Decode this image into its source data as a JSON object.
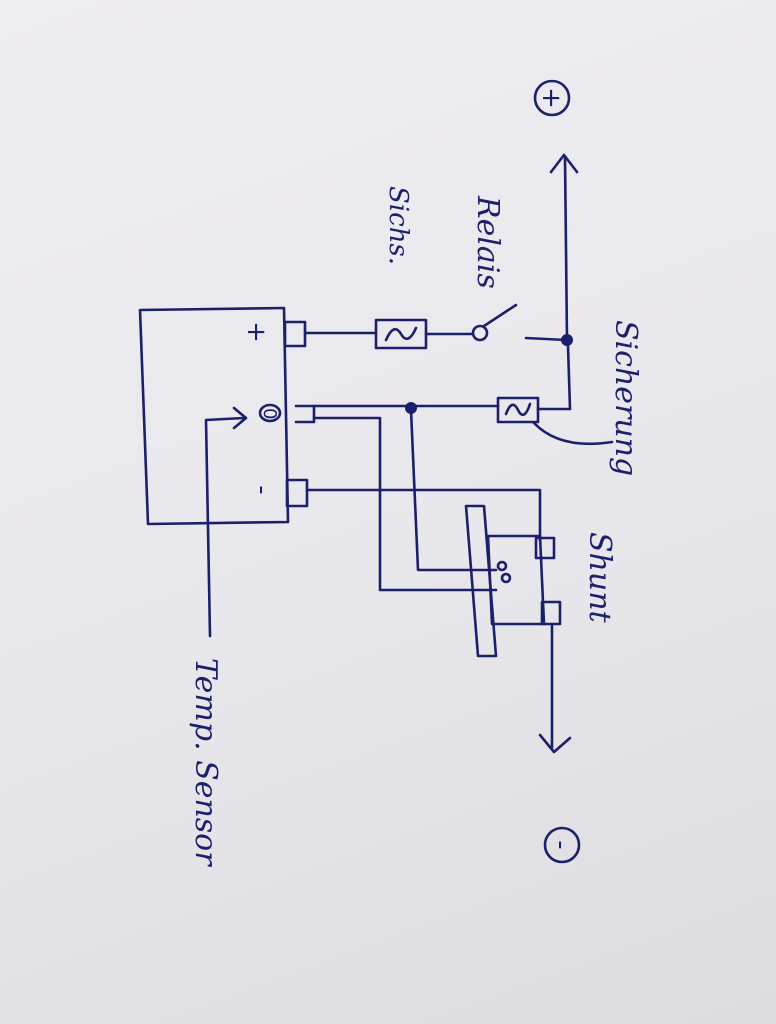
{
  "labels": {
    "relay": "Relais",
    "fuse": "Sichs.",
    "fuse2": "Sicherung",
    "shunt": "Shunt",
    "temp_sensor": "Temp. Sensor"
  },
  "terminals": {
    "plus_out": "+",
    "minus_out": "-",
    "battery_plus": "+",
    "battery_minus": "-",
    "battery_temp": "0"
  },
  "colors": {
    "ink": "#1c1f6b",
    "paper": "#e9e8ec"
  }
}
